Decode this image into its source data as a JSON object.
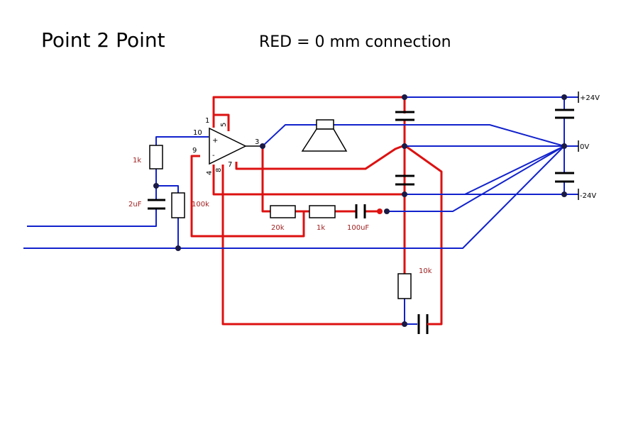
{
  "title": "Point 2 Point",
  "legend_text": "RED = 0 mm connection",
  "colors": {
    "red_wire": "#dd1111",
    "blue_wire": "#1122cc",
    "component": "#000000",
    "label": "#a02020"
  },
  "components": {
    "r_1k_input": "1k",
    "c_2uf": "2uF",
    "r_100k": "100k",
    "r_20k": "20k",
    "r_1k_feedback": "1k",
    "c_100uf": "100uF",
    "r_10k": "10k"
  },
  "opamp_pins": {
    "p1": "1",
    "p5": "5",
    "p10": "10",
    "p9": "9",
    "p3": "3",
    "p4": "4",
    "p8": "8",
    "p7": "7",
    "plus": "+",
    "minus": "-"
  },
  "rails": {
    "pos": "+24V",
    "gnd": "0V",
    "neg": "-24V"
  }
}
